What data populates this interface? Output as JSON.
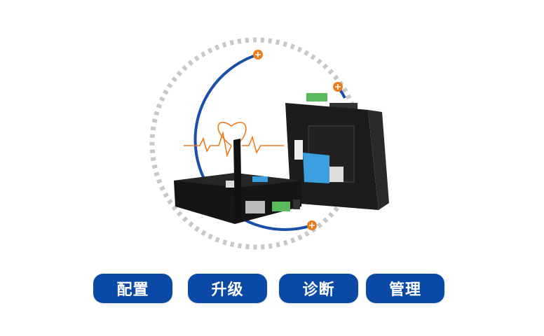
{
  "buttons": [
    {
      "label": "配置"
    },
    {
      "label": "升级"
    },
    {
      "label": "诊断"
    },
    {
      "label": "管理"
    }
  ],
  "colors": {
    "button": "#0a4aa6",
    "arc": "#1a4fa8",
    "accent": "#f07a1a",
    "dots": "#c8c8c8"
  }
}
